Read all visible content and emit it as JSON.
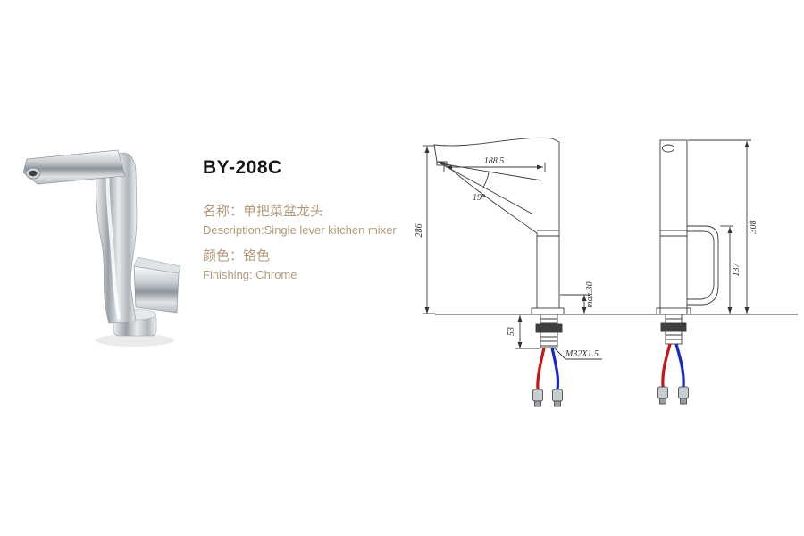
{
  "page": {
    "background": "#ffffff"
  },
  "product": {
    "model": "BY-208C",
    "name_cn": "名称：单把菜盆龙头",
    "description_en": "Description:Single lever kitchen mixer",
    "color_cn": "颜色：铬色",
    "finishing_en": "Finishing: Chrome",
    "accent_text_color": "#b39a7a"
  },
  "drawing": {
    "side_view": {
      "spout_reach": "188.5",
      "spout_angle": "19°",
      "spout_height": "286",
      "max_deck_thickness": "max.30",
      "shank_length": "53",
      "thread_spec": "M32X1.5"
    },
    "front_view": {
      "total_height": "308",
      "handle_height": "137"
    },
    "hose_colors": {
      "hot": "#c81414",
      "cold": "#1628c8"
    },
    "line_color": "#3a3a3a"
  }
}
